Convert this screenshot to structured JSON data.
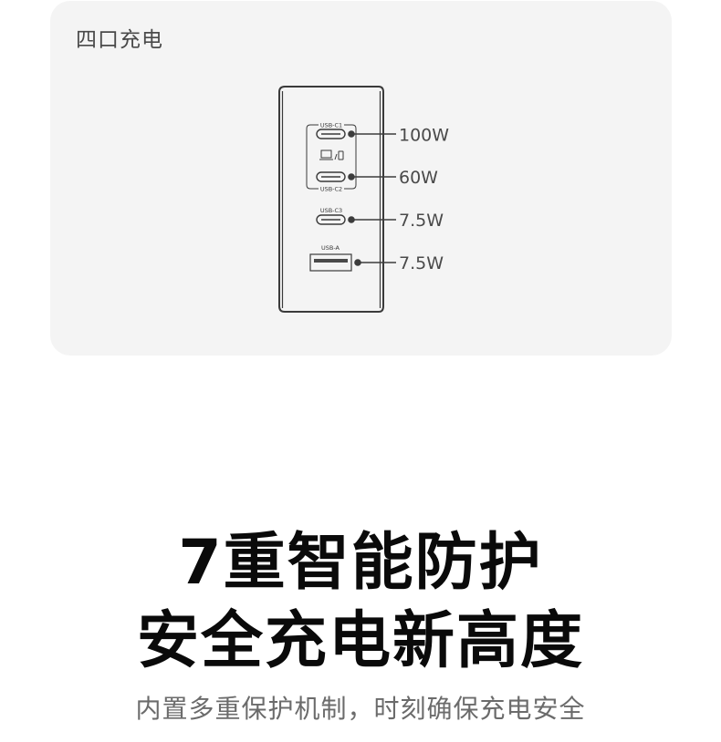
{
  "card": {
    "title": "四口充电",
    "background": "#f4f4f4"
  },
  "charger": {
    "ports": [
      {
        "id": "usb-c1",
        "label": "USB-C1",
        "type": "usb-c",
        "power": "100W"
      },
      {
        "id": "usb-c2",
        "label": "USB-C2",
        "type": "usb-c",
        "power": "60W"
      },
      {
        "id": "usb-c3",
        "label": "USB-C3",
        "type": "usb-c",
        "power": "7.5W"
      },
      {
        "id": "usb-a",
        "label": "USB-A",
        "type": "usb-a",
        "power": "7.5W"
      }
    ],
    "group_icon": "laptop-or-phone-icon",
    "group_icon_separator": "/"
  },
  "headline": {
    "line1": "7重智能防护",
    "line2": "安全充电新高度"
  },
  "subheadline": "内置多重保护机制，时刻确保充电安全",
  "colors": {
    "line": "#3c3c3c",
    "label": "#4a4a4a",
    "headline": "#0a0a0a",
    "subheadline": "#6b6b6b"
  }
}
